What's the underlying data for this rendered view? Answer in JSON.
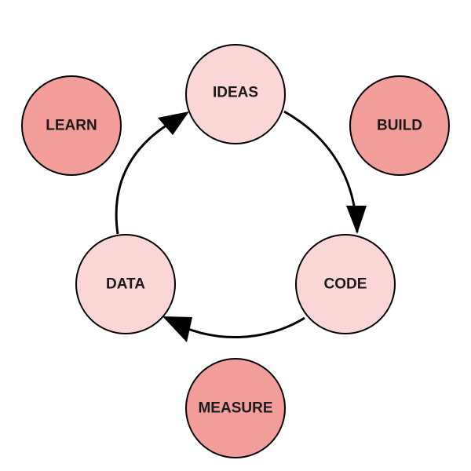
{
  "colors": {
    "cycle_fill": "#fbd6d6",
    "phase_fill": "#f49e9b",
    "stroke": "#000000"
  },
  "cycle": [
    {
      "id": "ideas",
      "label": "IDEAS"
    },
    {
      "id": "code",
      "label": "CODE"
    },
    {
      "id": "data",
      "label": "DATA"
    }
  ],
  "phases": [
    {
      "id": "learn",
      "label": "LEARN"
    },
    {
      "id": "build",
      "label": "BUILD"
    },
    {
      "id": "measure",
      "label": "MEASURE"
    }
  ]
}
